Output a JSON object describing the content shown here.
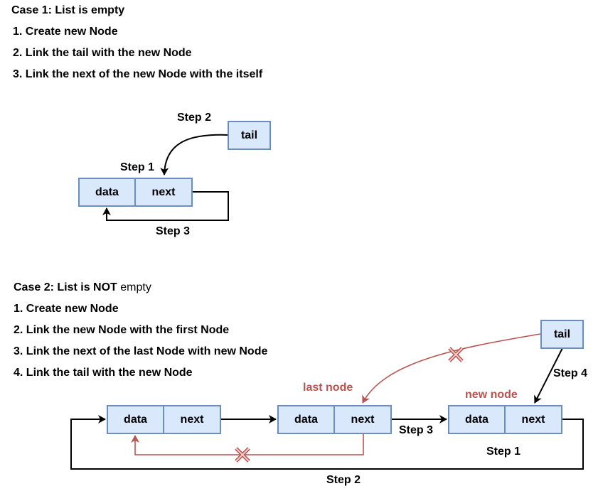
{
  "case1": {
    "title": "Case 1: List is empty",
    "steps": [
      "1. Create new Node",
      "2. Link the tail with the new Node",
      "3. Link the next of the new Node with the itself"
    ],
    "diagram": {
      "tail": "tail",
      "data": "data",
      "next": "next",
      "step1": "Step 1",
      "step2": "Step 2",
      "step3": "Step 3"
    }
  },
  "case2": {
    "title_prefix": "Case 2: List is NOT",
    "title_suffix": " empty",
    "steps": [
      "1. Create new Node",
      "2. Link the new Node with the first Node",
      "3. Link the next of the last Node with new Node",
      "4. Link the tail with the new Node"
    ],
    "diagram": {
      "tail": "tail",
      "node1": {
        "data": "data",
        "next": "next"
      },
      "node2": {
        "data": "data",
        "next": "next"
      },
      "node3": {
        "data": "data",
        "next": "next"
      },
      "last_node_label": "last node",
      "new_node_label": "new node",
      "step1": "Step 1",
      "step2": "Step 2",
      "step3": "Step 3",
      "step4": "Step 4"
    }
  },
  "colors": {
    "node_fill": "#dae8fc",
    "node_stroke": "#6c8ebf",
    "removed_link": "#b85450",
    "link": "#000000"
  }
}
